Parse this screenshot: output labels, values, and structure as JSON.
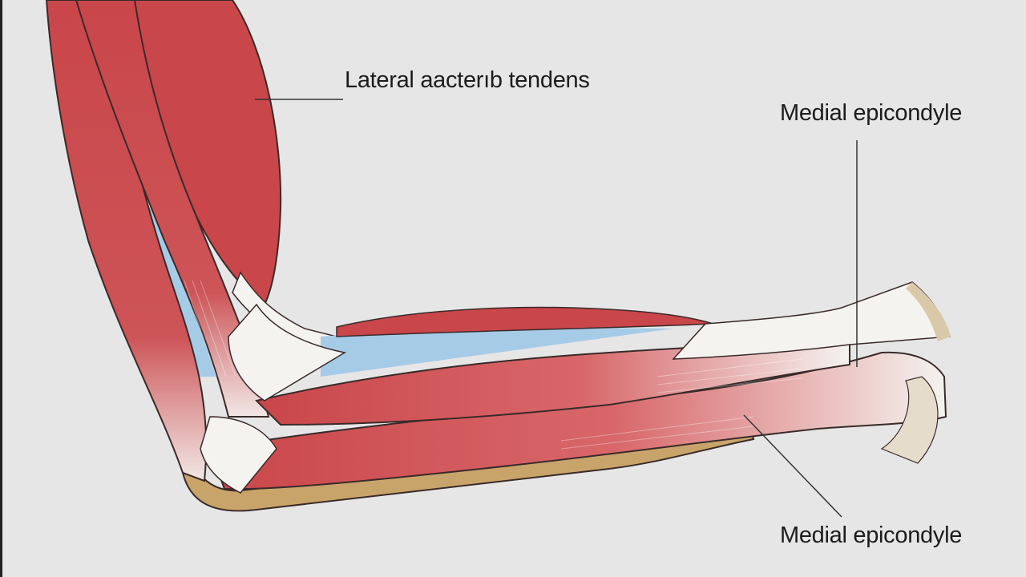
{
  "labels": {
    "lateral_tendons": "Lateral aacterıb tendens",
    "medial_epicondyle_top": "Medial epicondyle",
    "medial_epicondyle_bottom": "Medial epicondyle"
  },
  "colors": {
    "background": "#e6e6e6",
    "muscle": "#c9464a",
    "muscle_dark": "#a9363b",
    "tendon": "#f4f3ef",
    "fascia_blue": "#a6cbe6",
    "bone": "#c9a46a",
    "outline": "#3a2a2a"
  },
  "icons": [
    "elbow-anatomy-illustration"
  ]
}
